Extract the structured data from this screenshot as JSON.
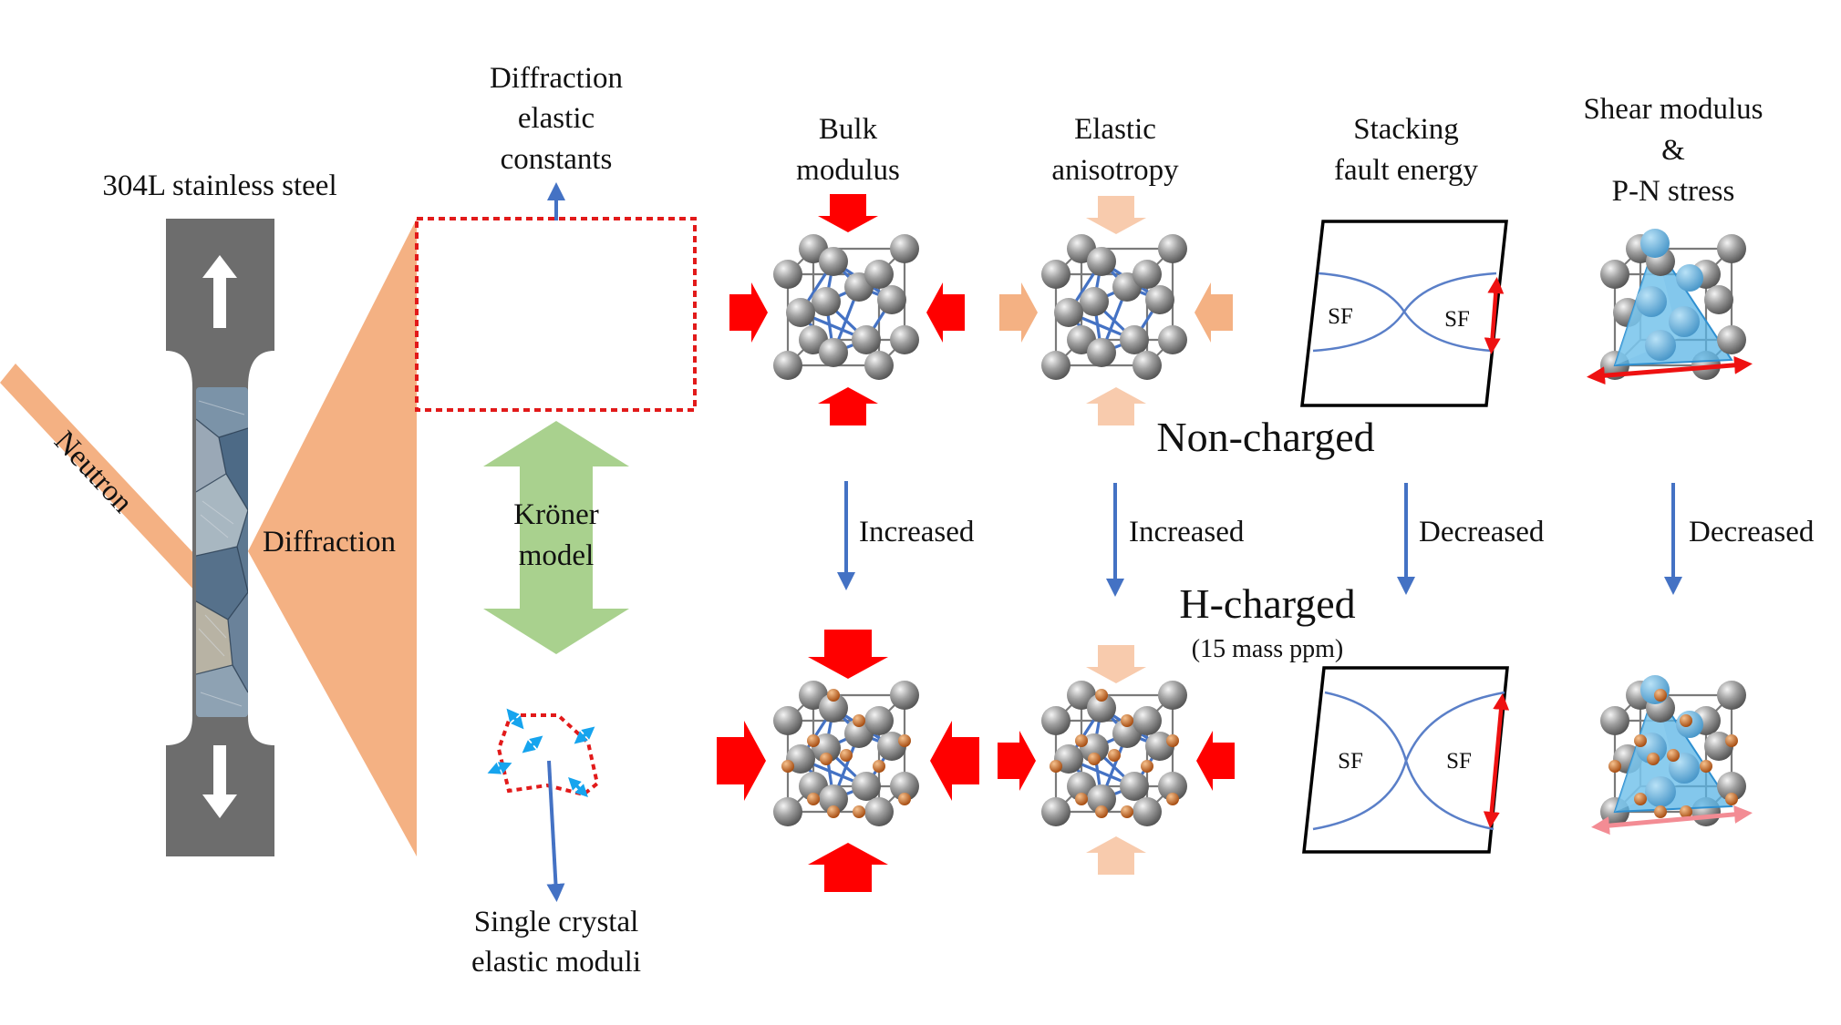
{
  "labels": {
    "specimen": "304L stainless steel",
    "neutron": "Neutron",
    "diffraction": "Diffraction",
    "dec_line1": "Diffraction",
    "dec_line2": "elastic",
    "dec_line3": "constants",
    "kroner_line1": "Kröner",
    "kroner_line2": "model",
    "sce_line1": "Single crystal",
    "sce_line2": "elastic moduli",
    "non_charged": "Non-charged",
    "h_charged": "H-charged",
    "h_content": "(15 mass ppm)",
    "sf": "SF"
  },
  "properties": [
    {
      "line1": "Bulk",
      "line2": "modulus",
      "line3": "",
      "trend": "Increased"
    },
    {
      "line1": "Elastic",
      "line2": "anisotropy",
      "line3": "",
      "trend": "Increased"
    },
    {
      "line1": "Stacking",
      "line2": "fault energy",
      "line3": "",
      "trend": "Decreased"
    },
    {
      "line1": "Shear modulus",
      "line2": "&",
      "line3": "P-N stress",
      "trend": "Decreased"
    }
  ],
  "colors": {
    "specimen_gray": "#6d6d6d",
    "neutron_beam": "#f4b183",
    "kroner_arrow": "#a9d18e",
    "trend_arrow": "#4472c4",
    "force_red": "#ff0000",
    "force_light": "#f8cbad",
    "force_orange": "#f4b183",
    "atom_gray": "#8c8c8c",
    "hydrogen": "#c55a11",
    "bond_blue": "#4472c4",
    "tetra_blue": "#5ab4e6",
    "sf_curve": "#5a7fc8"
  }
}
